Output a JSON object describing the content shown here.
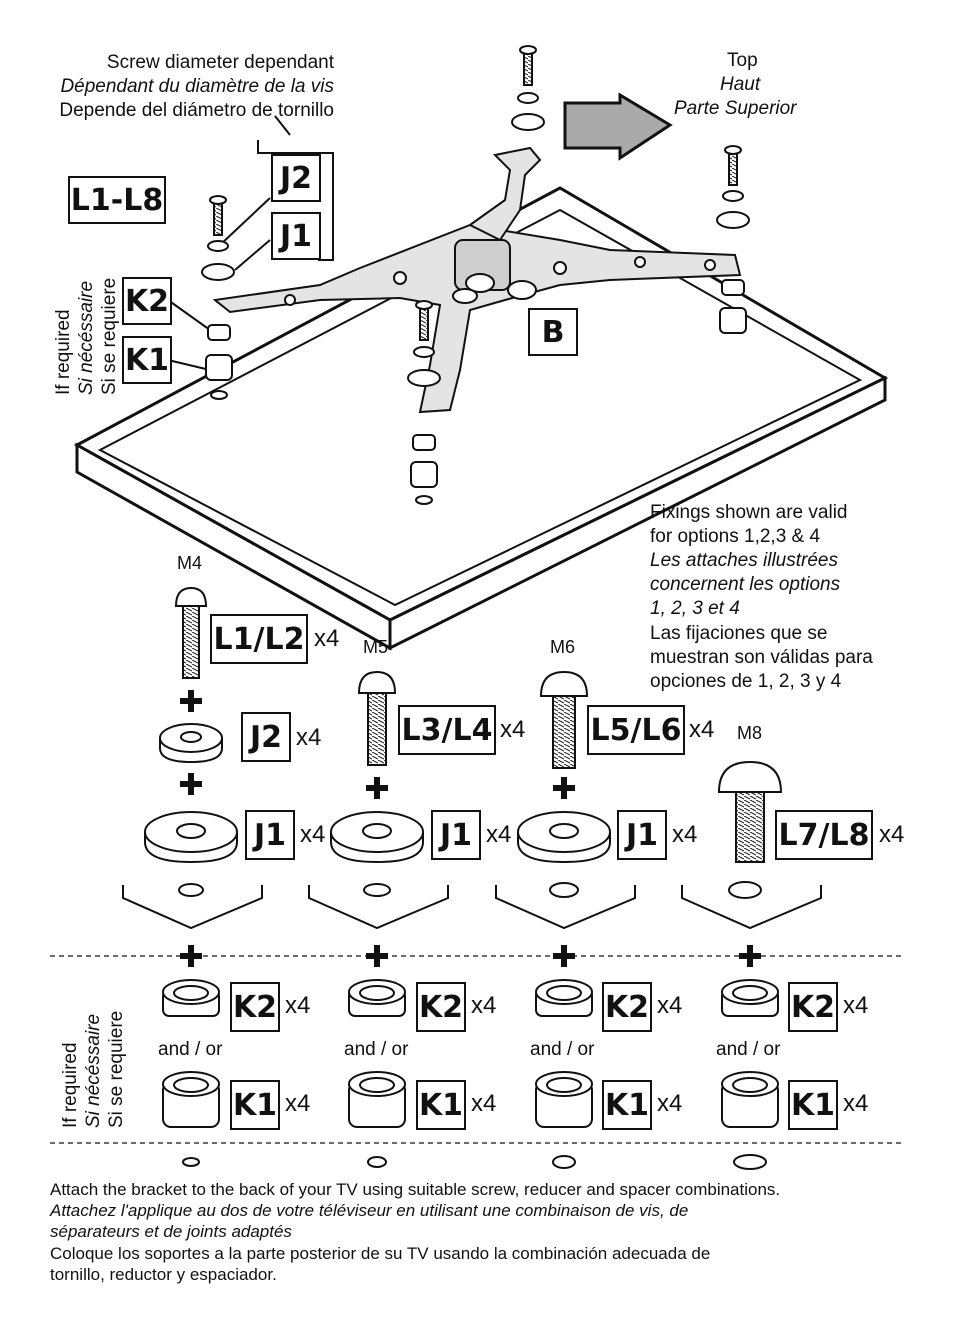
{
  "header": {
    "screw_note": [
      "Screw diameter dependant",
      "Dépendant du diamètre de la vis",
      "Depende del diámetro de tornillo"
    ],
    "top": [
      "Top",
      "Haut",
      "Parte Superior"
    ]
  },
  "top_labels": {
    "l1_l8": "L1-L8",
    "j2": "J2",
    "j1": "J1",
    "k2": "K2",
    "k1": "K1",
    "b": "B"
  },
  "if_required": [
    "If required",
    "Si nécéssaire",
    "Si se requiere"
  ],
  "fixings_note": [
    "Fixings shown are valid",
    "for options 1,2,3 & 4",
    "Les attaches illustrées",
    "concernent les options",
    "1, 2, 3 et 4",
    "Las fijaciones que se",
    "muestran son válidas para",
    "opciones de 1, 2, 3 y 4"
  ],
  "columns": [
    {
      "size": "M4",
      "screw": "L1/L2",
      "qty": "x4",
      "washer_small": "J2",
      "washer": "J1",
      "spacer_small": "K2",
      "spacer": "K1"
    },
    {
      "size": "M5",
      "screw": "L3/L4",
      "qty": "x4",
      "washer": "J1",
      "spacer_small": "K2",
      "spacer": "K1"
    },
    {
      "size": "M6",
      "screw": "L5/L6",
      "qty": "x4",
      "washer": "J1",
      "spacer_small": "K2",
      "spacer": "K1"
    },
    {
      "size": "M8",
      "screw": "L7/L8",
      "qty": "x4",
      "spacer_small": "K2",
      "spacer": "K1"
    }
  ],
  "and_or": "and / or",
  "footer": {
    "en": "Attach the bracket to the back of your TV using suitable screw, reducer and spacer combinations.",
    "fr1": "Attachez l'applique au dos de votre téléviseur en utilisant une combinaison de vis, de",
    "fr2": "séparateurs et de joints adaptés",
    "es1": "Coloque los soportes a la parte posterior de su TV usando la combinación adecuada de",
    "es2": "tornillo, reductor y espaciador."
  }
}
